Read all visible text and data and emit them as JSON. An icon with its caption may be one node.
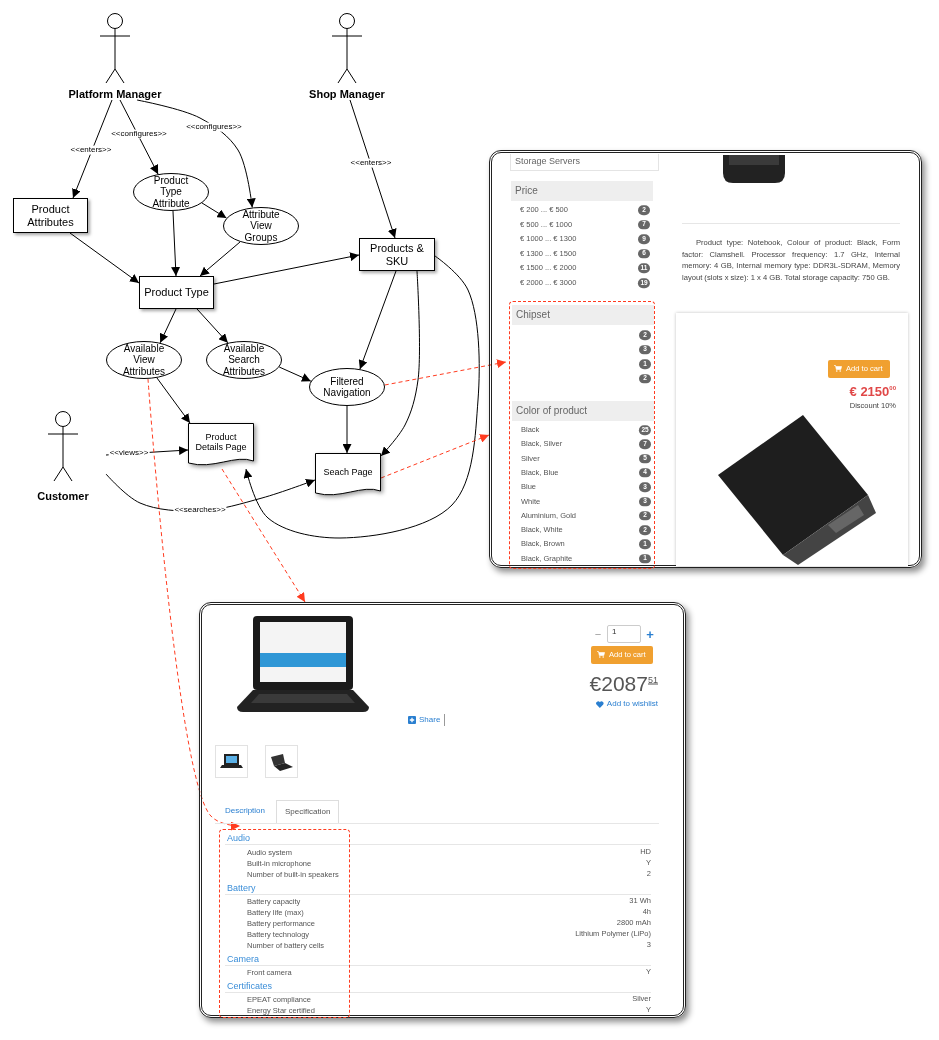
{
  "diagram": {
    "nodes": [
      {
        "text": [
          "Platform Manager"
        ]
      },
      {
        "text": [
          "Shop Manager"
        ]
      },
      {
        "text": [
          "Product Attributes"
        ]
      },
      {
        "text": [
          "Product Type Attribute"
        ]
      },
      {
        "text": [
          "Attribute View Groups"
        ]
      },
      {
        "text": [
          "Products & SKU"
        ]
      },
      {
        "text": [
          "Product Type"
        ]
      },
      {
        "text": [
          "Available View Attributes"
        ]
      },
      {
        "text": [
          "Available Search Attributes"
        ]
      },
      {
        "text": [
          "Filtered Navigation"
        ]
      },
      {
        "text": [
          "Customer"
        ]
      },
      {
        "text": [
          "Product Details Page"
        ]
      },
      {
        "text": [
          "Seach Page"
        ]
      },
      {
        "text": [
          "Storage Servers",
          "Price",
          "€ 200 ... € 500",
          "2",
          "€ 500 ... € 1000",
          "7",
          "€ 1000 ... € 1300",
          "9",
          "€ 1300 ... € 1500",
          "6",
          "€ 1500 ... € 2000",
          "11",
          "€ 2000 ... € 3000",
          "19",
          "Product type: Notebook, Colour of product: Black, Form factor: Clamshell. Processor frequency: 1.7 GHz, Internal memory: 4 GB, Internal memory type: DDR3L-SDRAM, Memory layout (slots x size): 1 x 4 GB. Total storage capacity: 750 GB.",
          "Add to cart",
          "€ 2150$^{00}$",
          "Discount 10%"
        ]
      },
      {
        "text": [
          "Chipset",
          "2",
          "3",
          "1",
          "2",
          "Color of product",
          "Black",
          "25",
          "Black, Silver",
          "7",
          "Silver",
          "5",
          "Black, Blue",
          "4",
          "Blue",
          "3",
          "White",
          "3",
          "Aluminium, Gold",
          "2",
          "Black, White",
          "2",
          "Black, Brown",
          "1",
          "Black, Graphite",
          "1"
        ],
        "in": 13
      },
      {
        "text": [
          "−",
          "1",
          "+",
          "Add to cart",
          "€2087$^{51}$",
          "Add to wishlist",
          "Share",
          "Description",
          "Specification",
          "HD",
          "Y",
          "2",
          "31 Wh",
          "4h",
          "2800 mAh",
          "Lithium Polymer (LiPo)",
          "3",
          "Y",
          "Silver",
          "Y"
        ]
      },
      {
        "text": [
          "Audio",
          "Audio system",
          "Built-in microphone",
          "Number of built-in speakers",
          "Battery",
          "Battery capacity",
          "Battery life (max)",
          "Battery performance",
          "Battery technology",
          "Number of battery cells",
          "Camera",
          "Front camera",
          "Certificates",
          "EPEAT compliance",
          "Energy Star certified"
        ],
        "in": 15
      }
    ],
    "edges": [
      {
        "from": 0,
        "to": 2,
        "arrow": "to",
        "label": "<<enters>>"
      },
      {
        "from": 0,
        "to": 3,
        "arrow": "to",
        "label": "<<configures>>"
      },
      {
        "from": 0,
        "to": 4,
        "arrow": "to",
        "label": "<<configures>>"
      },
      {
        "from": 1,
        "to": 5,
        "arrow": "to",
        "label": "<<enters>>"
      },
      {
        "from": 2,
        "to": 6,
        "arrow": "to"
      },
      {
        "from": 3,
        "to": 6,
        "arrow": "to"
      },
      {
        "from": 3,
        "to": 4,
        "arrow": "to"
      },
      {
        "from": 4,
        "to": 6,
        "arrow": "to"
      },
      {
        "from": 6,
        "to": 5,
        "arrow": "to"
      },
      {
        "from": 6,
        "to": 7,
        "arrow": "to"
      },
      {
        "from": 6,
        "to": 8,
        "arrow": "to"
      },
      {
        "from": 8,
        "to": 9,
        "arrow": "to"
      },
      {
        "from": 5,
        "to": 9,
        "arrow": "to"
      },
      {
        "from": 5,
        "to": 12,
        "arrow": "to"
      },
      {
        "from": 5,
        "to": 11,
        "arrow": "to"
      },
      {
        "from": 7,
        "to": 11,
        "arrow": "to"
      },
      {
        "from": 9,
        "to": 12,
        "arrow": "to"
      },
      {
        "from": 10,
        "to": 11,
        "arrow": "to",
        "label": "<<views>>"
      },
      {
        "from": 10,
        "to": 12,
        "arrow": "to",
        "label": "<<searches>>"
      },
      {
        "from": 9,
        "to": 14,
        "arrow": "to",
        "style": "dashed",
        "color": "#ff3b1f"
      },
      {
        "from": 12,
        "to": 13,
        "arrow": "to",
        "style": "dashed",
        "color": "#ff3b1f"
      },
      {
        "from": 7,
        "to": 16,
        "arrow": "to",
        "style": "dashed",
        "color": "#ff3b1f"
      },
      {
        "from": 11,
        "to": 15,
        "arrow": "to",
        "style": "dashed",
        "color": "#ff3b1f"
      }
    ]
  }
}
